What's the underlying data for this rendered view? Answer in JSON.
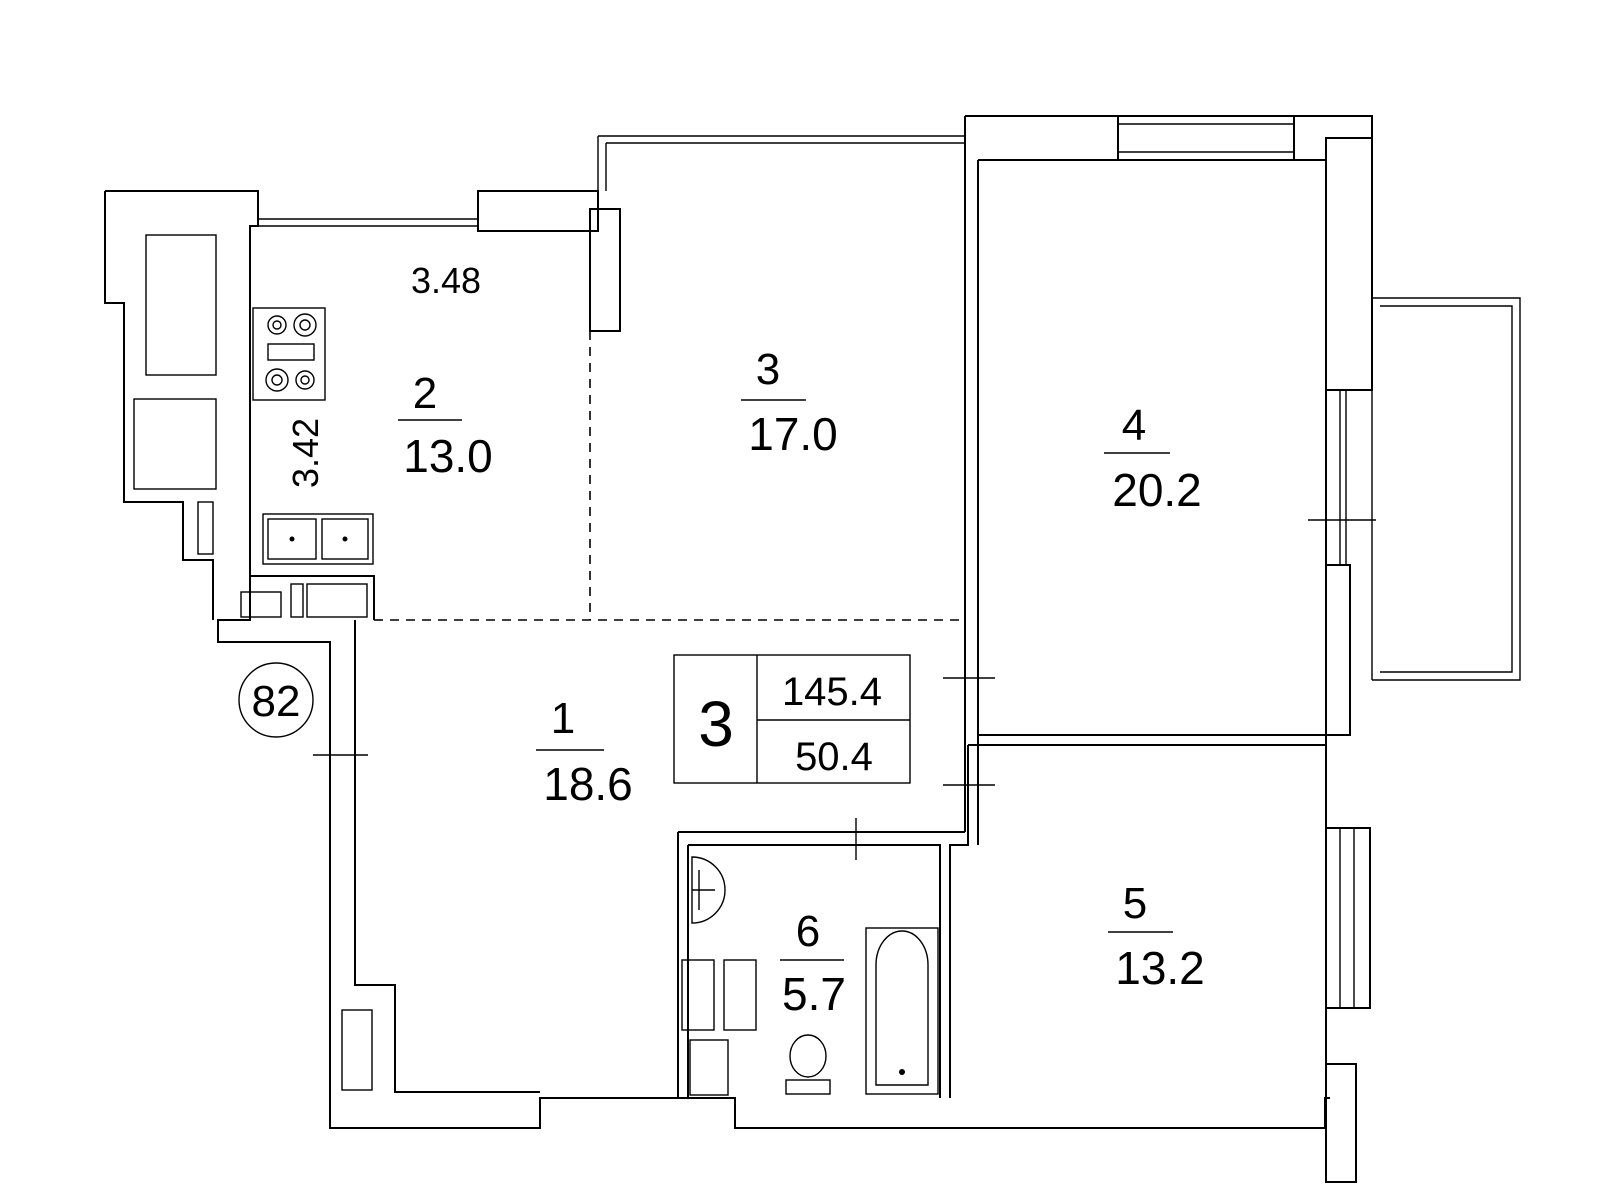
{
  "plan": {
    "apartment_number": "82",
    "summary": {
      "rooms": "3",
      "total_area": "145.4",
      "living_area": "50.4"
    },
    "rooms": [
      {
        "number": "1",
        "area": "18.6"
      },
      {
        "number": "2",
        "area": "13.0"
      },
      {
        "number": "3",
        "area": "17.0"
      },
      {
        "number": "4",
        "area": "20.2"
      },
      {
        "number": "5",
        "area": "13.2"
      },
      {
        "number": "6",
        "area": "5.7"
      }
    ],
    "dimensions": {
      "kitchen_width": "3.48",
      "kitchen_length": "3.42"
    }
  }
}
